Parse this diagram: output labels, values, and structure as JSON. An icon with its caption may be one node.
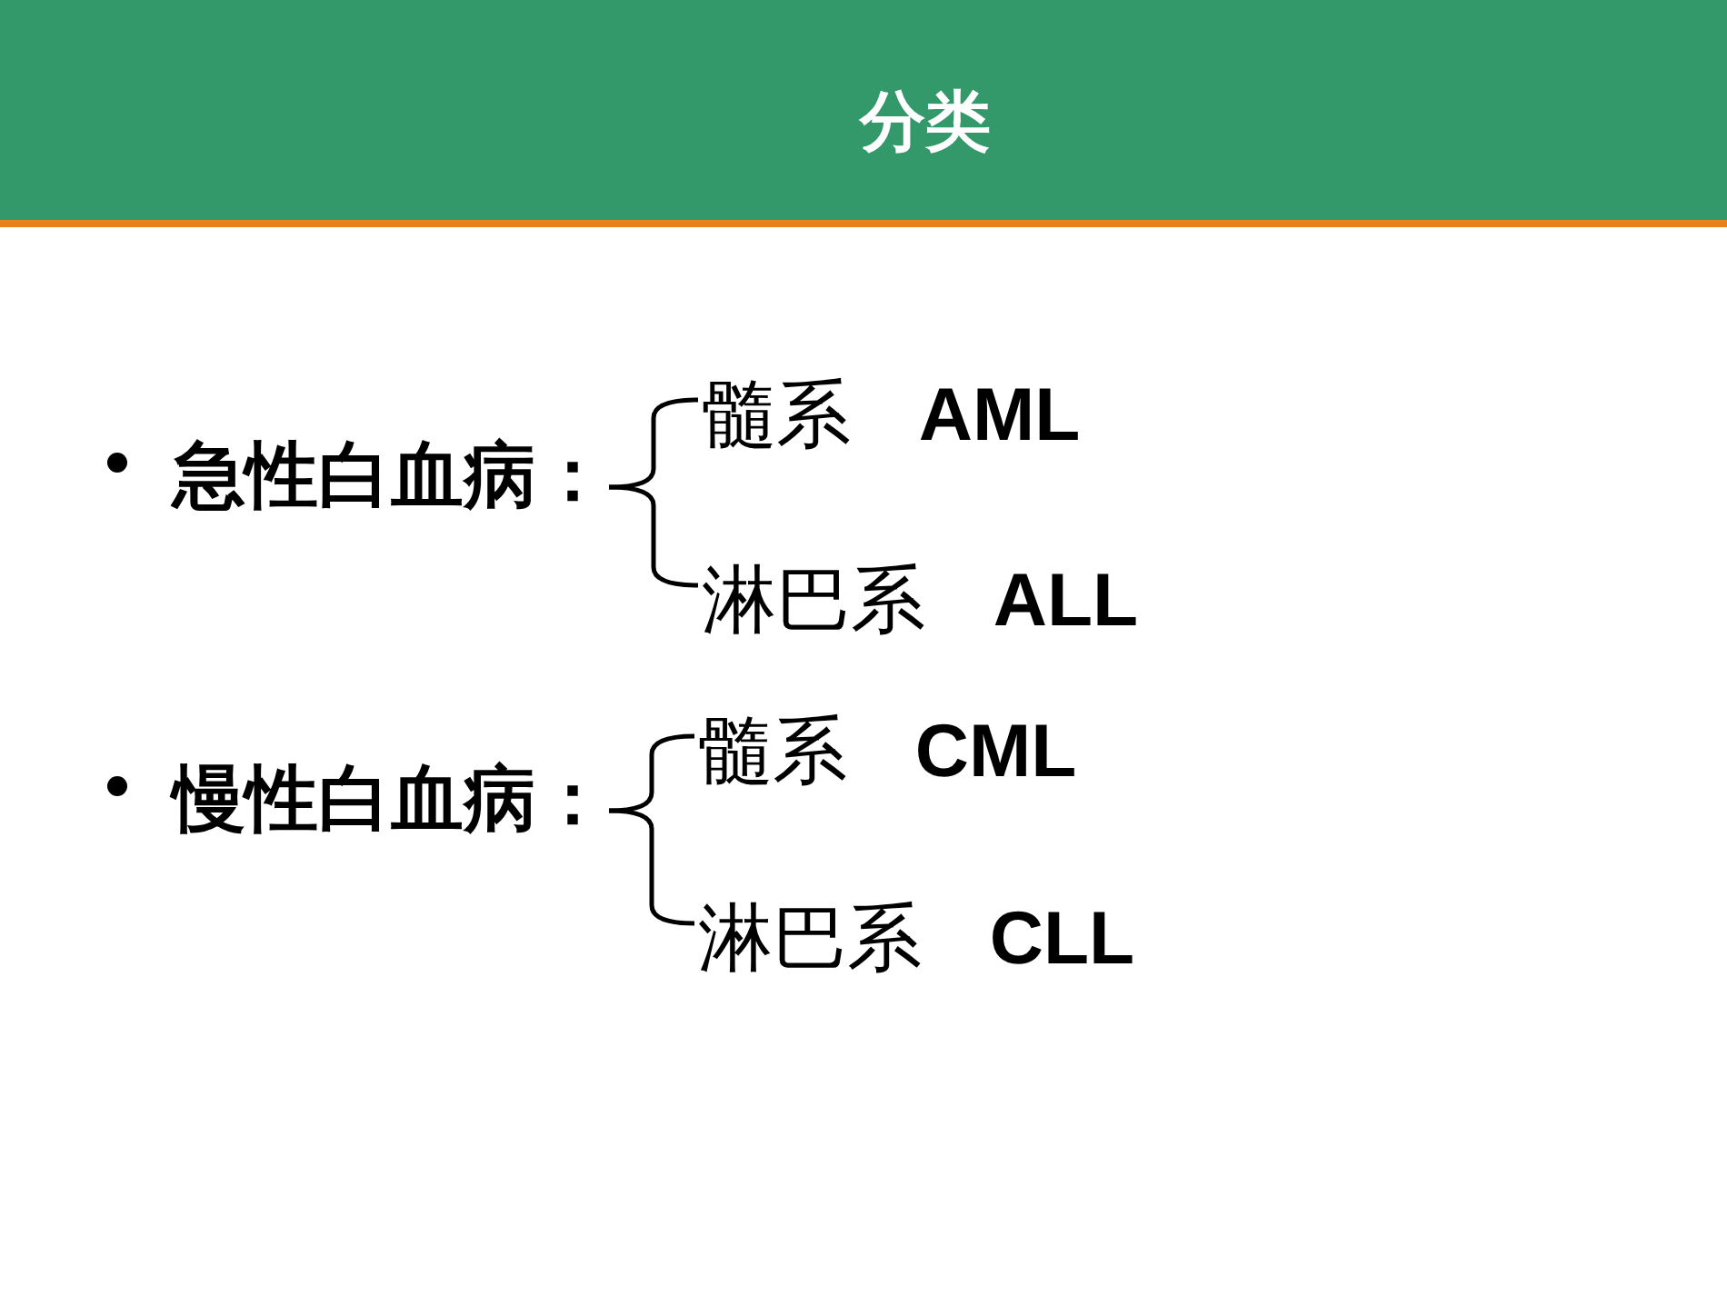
{
  "diagram": {
    "title": "分类",
    "nodes": [
      {
        "text": [
          "急性白血病："
        ]
      },
      {
        "text": [
          "髓系 **AML**"
        ]
      },
      {
        "text": [
          "淋巴系 **ALL**"
        ]
      },
      {
        "text": [
          "慢性白血病："
        ]
      },
      {
        "text": [
          "髓系 **CML**"
        ]
      },
      {
        "text": [
          "淋巴系 **CLL**"
        ]
      }
    ],
    "edges": [
      {
        "from": 0,
        "to": 1,
        "arrow": "none"
      },
      {
        "from": 0,
        "to": 2,
        "arrow": "none"
      },
      {
        "from": 3,
        "to": 4,
        "arrow": "none"
      },
      {
        "from": 3,
        "to": 5,
        "arrow": "none"
      }
    ]
  }
}
